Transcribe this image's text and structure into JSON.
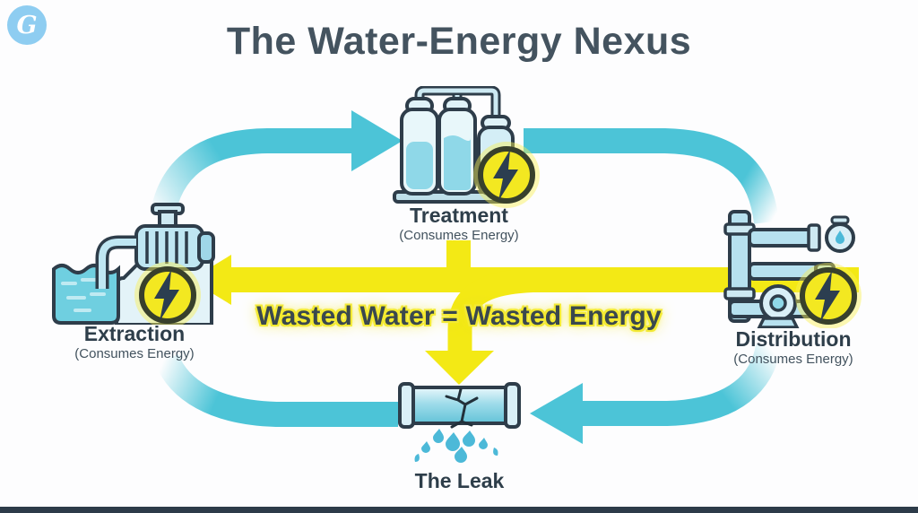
{
  "page": {
    "background": "#fdfdfe",
    "bottom_bar_color": "#2d3b49"
  },
  "logo": {
    "glyph": "G"
  },
  "title": {
    "text": "The Water-Energy Nexus"
  },
  "nodes": {
    "treatment": {
      "label": "Treatment",
      "sublabel": "(Consumes Energy)",
      "icon": "treatment-tanks-icon"
    },
    "extraction": {
      "label": "Extraction",
      "sublabel": "(Consumes Energy)",
      "icon": "water-pump-icon"
    },
    "distribution": {
      "label": "Distribution",
      "sublabel": "(Consumes Energy)",
      "icon": "pipe-network-icon"
    },
    "leak": {
      "label": "The Leak",
      "icon": "cracked-leaking-pipe-icon"
    }
  },
  "center_message": {
    "text": "Wasted Water = Wasted Energy"
  },
  "colors": {
    "cycle_arrow": "#4cc4d7",
    "waste_arrow": "#f3e915",
    "heading_text": "#44535f",
    "label_text": "#2e3e4a",
    "bolt_badge_fill": "#f3e821",
    "bolt_badge_ring": "#38402c",
    "bolt": "#2c3e50",
    "icon_outline": "#2e3d4a",
    "icon_fill": "#cde9f2",
    "logo_bg": "#8ecdf1"
  }
}
